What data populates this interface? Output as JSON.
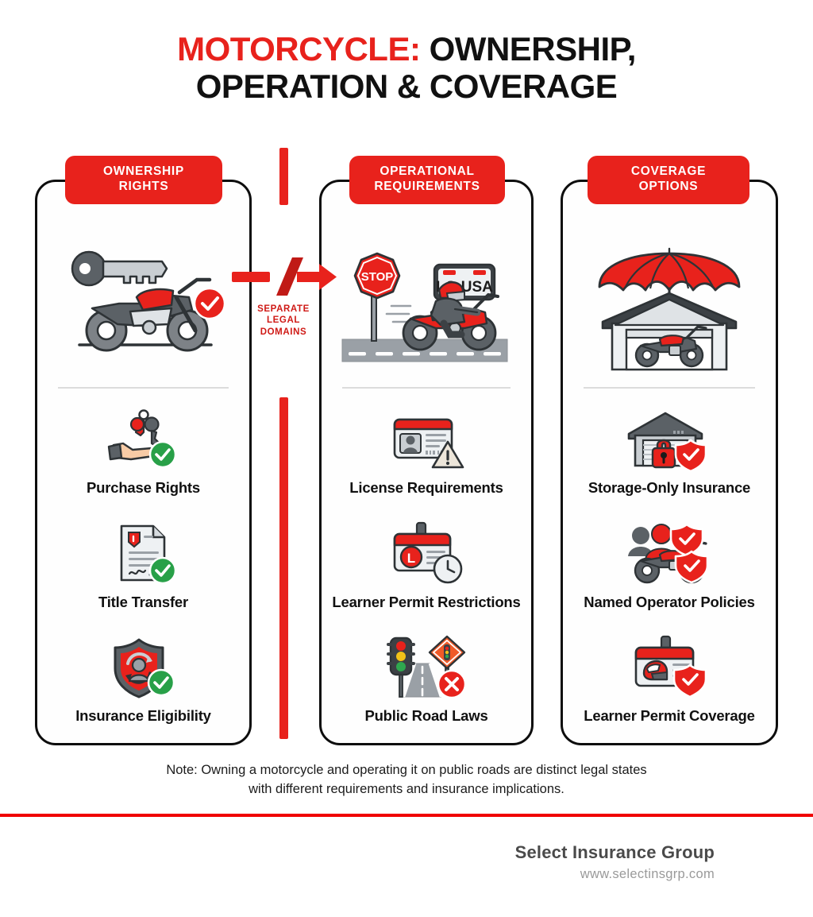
{
  "title": {
    "line1_red": "MOTORCYCLE:",
    "line1_black": "OWNERSHIP,",
    "line2": "OPERATION & COVERAGE"
  },
  "accent": {
    "red": "#E8221C",
    "red_rule": "#F00000",
    "green_check": "#28A048",
    "dark": "#111111",
    "gray": "#8a8f94"
  },
  "columns": [
    {
      "header": "OWNERSHIP\nRIGHTS",
      "header_line1": "OWNERSHIP",
      "header_line2": "RIGHTS",
      "hero_icon": "key-and-motorcycle-icon",
      "hero_badge": "red-check-badge",
      "items": [
        {
          "label": "Purchase Rights",
          "icon": "hand-holding-keys-icon",
          "badge": "green-check-badge"
        },
        {
          "label": "Title Transfer",
          "icon": "signed-title-document-icon",
          "badge": "green-check-badge"
        },
        {
          "label": "Insurance Eligibility",
          "icon": "shield-person-renewal-icon",
          "badge": "green-check-badge"
        }
      ]
    },
    {
      "header_line1": "OPERATIONAL",
      "header_line2": "REQUIREMENTS",
      "hero_icon": "rider-on-road-with-stop-sign-icon",
      "hero_plate_text": "LC-USA",
      "hero_sign_text": "STOP",
      "items": [
        {
          "label": "License Requirements",
          "icon": "id-license-card-icon",
          "badge": "warning-triangle-badge"
        },
        {
          "label": "Learner Permit Restrictions",
          "icon": "learner-permit-card-icon",
          "badge": "clock-badge",
          "card_letter": "L"
        },
        {
          "label": "Public Road Laws",
          "icon": "traffic-light-and-road-icon",
          "badge": "red-x-badge"
        }
      ]
    },
    {
      "header_line1": "COVERAGE",
      "header_line2": "OPTIONS",
      "hero_icon": "umbrella-over-garage-with-motorcycle-icon",
      "items": [
        {
          "label": "Storage-Only Insurance",
          "icon": "garage-padlock-icon",
          "badge": "red-shield-check-badge"
        },
        {
          "label": "Named Operator Policies",
          "icon": "riders-group-motorcycle-icon",
          "badge": "red-shield-check-badge"
        },
        {
          "label": "Learner Permit Coverage",
          "icon": "helmet-permit-card-icon",
          "badge": "red-shield-check-badge"
        }
      ]
    }
  ],
  "separator": {
    "label_line1": "SEPARATE",
    "label_line2": "LEGAL",
    "label_line3": "DOMAINS",
    "icon": "broken-arrow-icon"
  },
  "note": {
    "line1": "Note: Owning a motorcycle and operating it on public roads are distinct legal states",
    "line2": "with different requirements and insurance implications."
  },
  "footer": {
    "brand": "Select Insurance Group",
    "url": "www.selectinsgrp.com"
  }
}
